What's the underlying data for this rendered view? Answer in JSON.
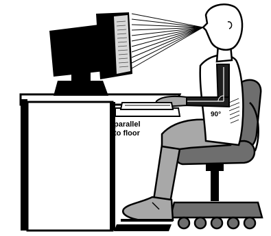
{
  "annotations": {
    "parallel_line1": "parallel",
    "parallel_line2": "to floor",
    "elbow_angle": "90°"
  },
  "colors": {
    "ink": "#000000",
    "paper": "#ffffff",
    "body_gray": "#a8a8a8",
    "chair_gray": "#6e6e6e",
    "arm_dark": "#1e1e1e",
    "screen_light": "#d8d8d8"
  }
}
